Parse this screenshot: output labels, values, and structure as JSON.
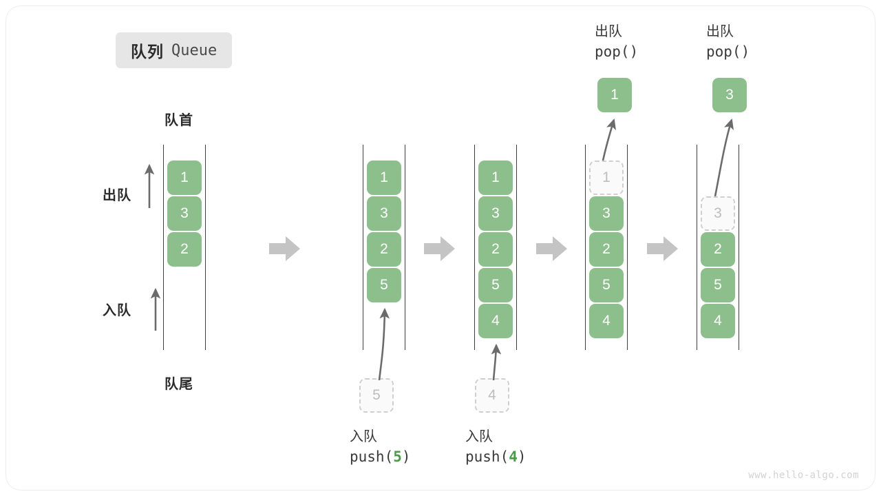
{
  "title": {
    "cn": "队列",
    "en": "Queue"
  },
  "labels": {
    "head": "队首",
    "tail": "队尾",
    "dequeue_side": "出队",
    "enqueue_side": "入队"
  },
  "watermark": "www.hello-algo.com",
  "colors": {
    "element_fill": "#8cbf8c",
    "element_text": "#ffffff",
    "ghost_fill": "#fafafa",
    "ghost_border": "#cfcfcf",
    "ghost_text": "#bdbdbd",
    "rail": "#3d3d3d",
    "arrow": "#6b6b6b",
    "step_arrow": "#c4c4c4",
    "badge_bg": "#e6e6e6",
    "text": "#2b2b2b",
    "accent_number": "#4a9a4a"
  },
  "icons": {
    "step_arrow": "right-block-arrow",
    "up_arrow": "up-arrow",
    "curved_arrow": "curved-arrow"
  },
  "steps": [
    {
      "id": "initial",
      "cells": [
        {
          "value": "1",
          "state": "solid"
        },
        {
          "value": "3",
          "state": "solid"
        },
        {
          "value": "2",
          "state": "solid"
        }
      ],
      "caption_cn": "",
      "caption_code": "",
      "float_ghost": null,
      "popped": null
    },
    {
      "id": "push-5",
      "cells": [
        {
          "value": "1",
          "state": "solid"
        },
        {
          "value": "3",
          "state": "solid"
        },
        {
          "value": "2",
          "state": "solid"
        },
        {
          "value": "5",
          "state": "solid"
        }
      ],
      "caption_cn": "入队",
      "caption_code_prefix": "push(",
      "caption_code_num": "5",
      "caption_code_suffix": ")",
      "float_ghost": "5",
      "popped": null
    },
    {
      "id": "push-4",
      "cells": [
        {
          "value": "1",
          "state": "solid"
        },
        {
          "value": "3",
          "state": "solid"
        },
        {
          "value": "2",
          "state": "solid"
        },
        {
          "value": "5",
          "state": "solid"
        },
        {
          "value": "4",
          "state": "solid"
        }
      ],
      "caption_cn": "入队",
      "caption_code_prefix": "push(",
      "caption_code_num": "4",
      "caption_code_suffix": ")",
      "float_ghost": "4",
      "popped": null
    },
    {
      "id": "pop-1",
      "cells": [
        {
          "value": "1",
          "state": "ghost"
        },
        {
          "value": "3",
          "state": "solid"
        },
        {
          "value": "2",
          "state": "solid"
        },
        {
          "value": "5",
          "state": "solid"
        },
        {
          "value": "4",
          "state": "solid"
        }
      ],
      "caption_cn": "出队",
      "caption_code_prefix": "pop(",
      "caption_code_num": "",
      "caption_code_suffix": ")",
      "float_ghost": null,
      "popped": "1"
    },
    {
      "id": "pop-3",
      "cells": [
        {
          "value": "",
          "state": "spacer"
        },
        {
          "value": "3",
          "state": "ghost"
        },
        {
          "value": "2",
          "state": "solid"
        },
        {
          "value": "5",
          "state": "solid"
        },
        {
          "value": "4",
          "state": "solid"
        }
      ],
      "caption_cn": "出队",
      "caption_code_prefix": "pop(",
      "caption_code_num": "",
      "caption_code_suffix": ")",
      "float_ghost": null,
      "popped": "3"
    }
  ]
}
